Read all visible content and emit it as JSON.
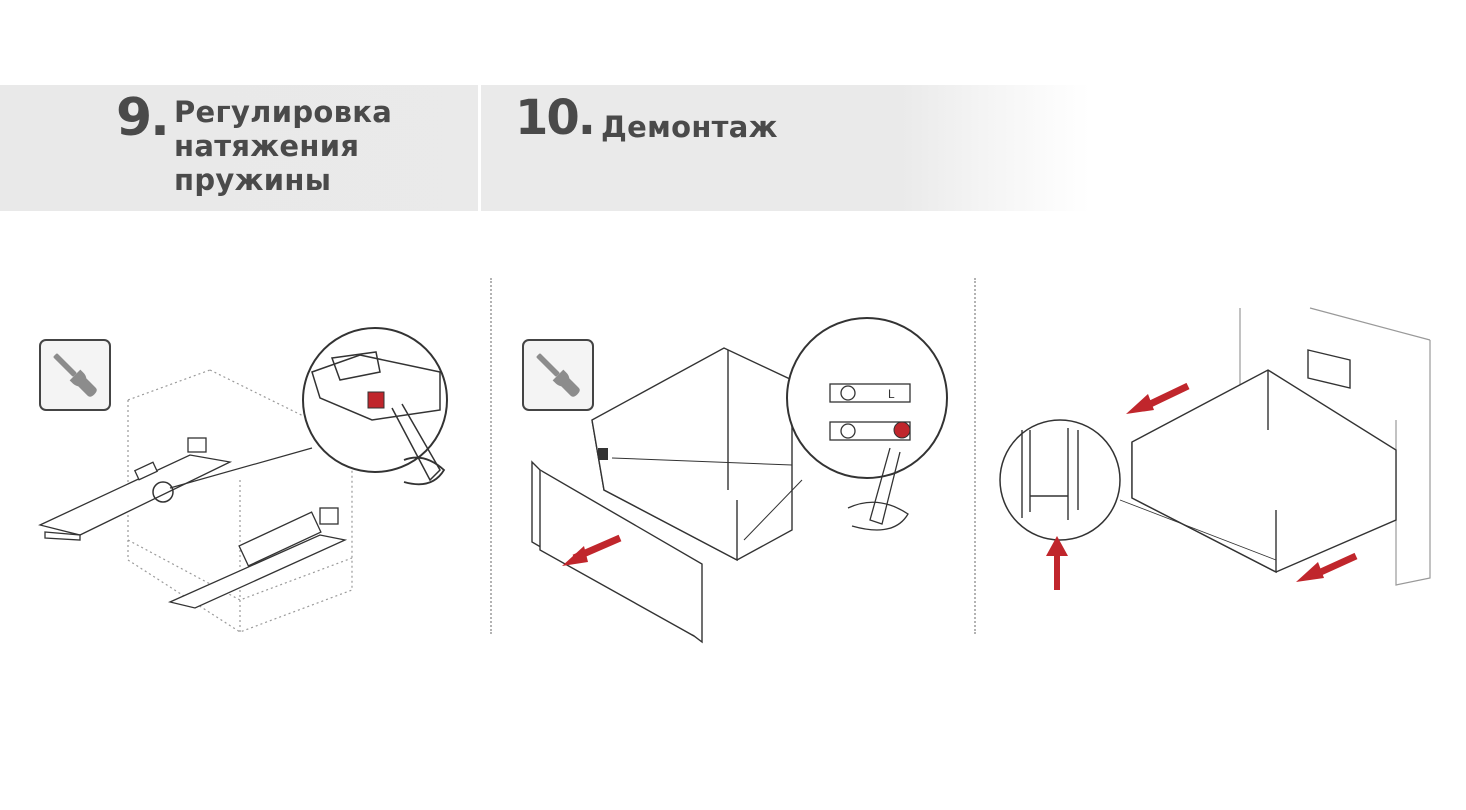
{
  "steps": [
    {
      "number": "9.",
      "title_lines": [
        "Регулировка",
        "натяжения",
        "пружины"
      ],
      "tool_icon": "screwdriver-icon"
    },
    {
      "number": "10.",
      "title_lines": [
        "Демонтаж"
      ],
      "tool_icon": "screwdriver-icon"
    }
  ],
  "panel_labels": {
    "bracket_letter": "L"
  },
  "colors": {
    "header_band": "#eaeaea",
    "text": "#4a4a4a",
    "line_art": "#333333",
    "accent_red": "#c0262c",
    "icon_gray": "#8c8c8c"
  }
}
